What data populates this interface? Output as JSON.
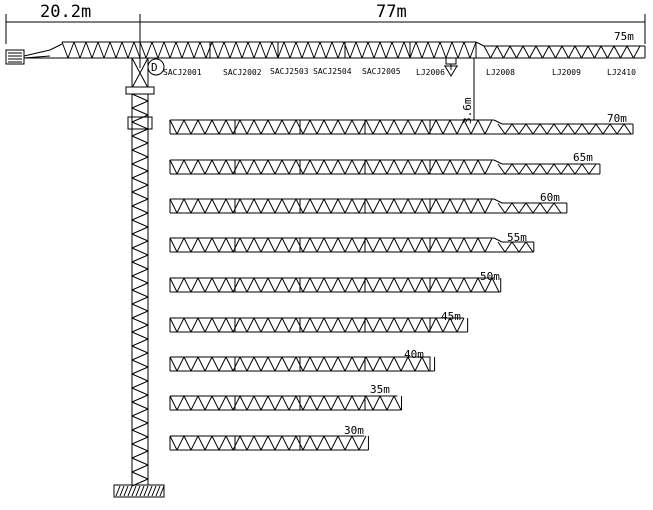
{
  "dimensions": {
    "counter_jib_length": "20.2m",
    "jib_length": "77m",
    "height_label": "3.6m"
  },
  "jib_max_label": "75m",
  "segments": [
    {
      "label": "SACJ2001",
      "boundary": false
    },
    {
      "label": "SACJ2002",
      "boundary": false
    },
    {
      "label": "SACJ2503",
      "boundary": true
    },
    {
      "label": "SACJ2504",
      "boundary": true
    },
    {
      "label": "SACJ2005",
      "boundary": true
    },
    {
      "label": "LJ2006",
      "boundary": true
    },
    {
      "label": "LJ2008",
      "boundary": true
    },
    {
      "label": "LJ2009",
      "boundary": true
    },
    {
      "label": "LJ2410",
      "boundary": false
    }
  ],
  "jib_configurations": [
    {
      "label": "70m",
      "length_m": 70
    },
    {
      "label": "65m",
      "length_m": 65
    },
    {
      "label": "60m",
      "length_m": 60
    },
    {
      "label": "55m",
      "length_m": 55
    },
    {
      "label": "50m",
      "length_m": 50
    },
    {
      "label": "45m",
      "length_m": 45
    },
    {
      "label": "40m",
      "length_m": 40
    },
    {
      "label": "35m",
      "length_m": 35
    },
    {
      "label": "30m",
      "length_m": 30
    }
  ],
  "tower_marker": "D",
  "colors": {
    "line": "#000000",
    "background": "#ffffff"
  }
}
